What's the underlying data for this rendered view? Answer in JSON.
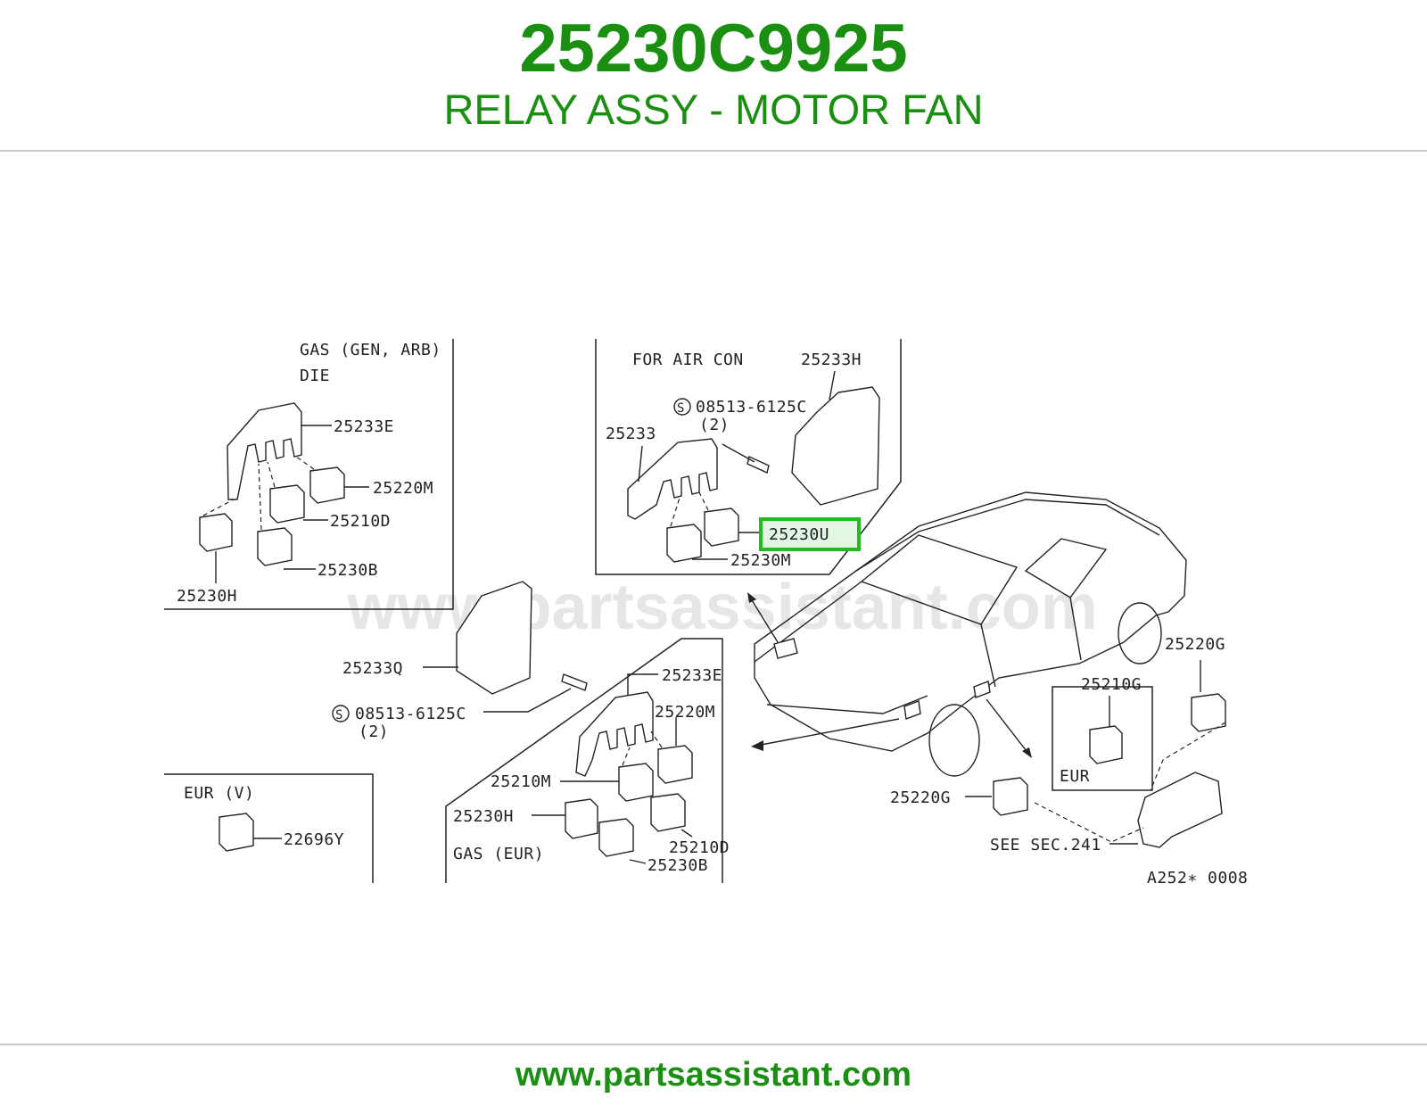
{
  "header": {
    "part_number": "25230C9925",
    "description": "RELAY ASSY - MOTOR FAN"
  },
  "footer": {
    "url": "www.partsassistant.com"
  },
  "watermark": "www.partsassistant.com",
  "colors": {
    "brand_green": "#1a8f12",
    "highlight_green": "#22bb22",
    "rule_gray": "#c8c8c8"
  },
  "diagram": {
    "code": "A252∗ 0008",
    "box_gas_gen": {
      "line1": "GAS (GEN, ARB)",
      "line2": "DIE"
    },
    "box_air_con": {
      "title": "FOR AIR CON",
      "screw_qty": "(2)"
    },
    "box_eur_v": {
      "title": "EUR (V)"
    },
    "box_gas_eur": {
      "title": "GAS (EUR)"
    },
    "box_eur": {
      "title": "EUR"
    },
    "screw_qty_lower": "(2)",
    "see_sec": "SEE SEC.241",
    "highlighted_part": "25230U",
    "labels": {
      "p25233E_a": "25233E",
      "p25220M_a": "25220M",
      "p25210D_a": "25210D",
      "p25230B_a": "25230B",
      "p25230H_a": "25230H",
      "p25233H": "25233H",
      "p08513_a": "08513-6125C",
      "p25233": "25233",
      "p25230M": "25230M",
      "p25233Q": "25233Q",
      "p08513_b": "08513-6125C",
      "p22696Y": "22696Y",
      "p25233E_b": "25233E",
      "p25220M_b": "25220M",
      "p25210M": "25210M",
      "p25230H_b": "25230H",
      "p25210D_b": "25210D",
      "p25230B_b": "25230B",
      "p25220G_a": "25220G",
      "p25210G": "25210G",
      "p25220G_b": "25220G"
    }
  }
}
